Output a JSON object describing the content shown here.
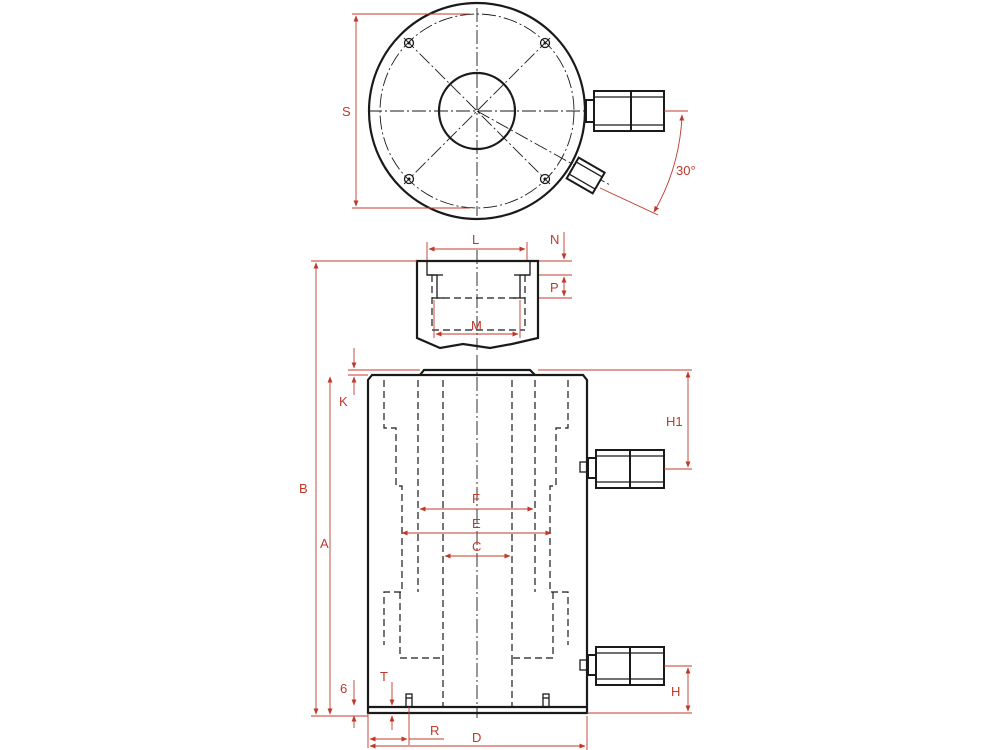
{
  "labels": {
    "S": "S",
    "angle": "30°",
    "L": "L",
    "N": "N",
    "P": "P",
    "M": "M",
    "K": "K",
    "H1": "H1",
    "B": "B",
    "A": "A",
    "F": "F",
    "E": "E",
    "C": "C",
    "six": "6",
    "T": "T",
    "H": "H",
    "R": "R",
    "D": "D"
  },
  "colors": {
    "dimension": "#c0392b",
    "outline": "#1a1a1a"
  }
}
